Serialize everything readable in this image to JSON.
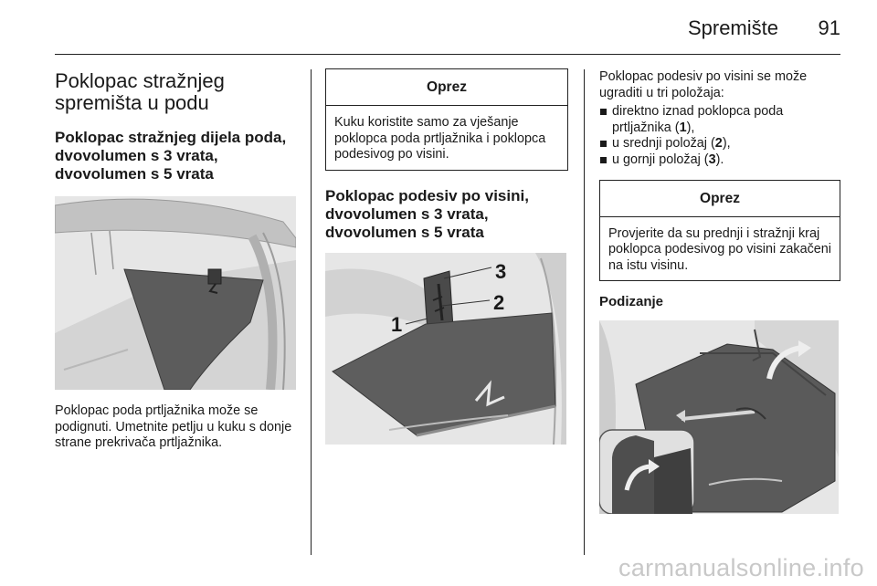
{
  "header": {
    "title": "Spremište",
    "page_number": "91"
  },
  "col1": {
    "heading": "Poklopac stražnjeg spremišta u podu",
    "subheading": "Poklopac stražnjeg dijela poda, dvovolumen s 3 vrata, dvovolumen s 5 vrata",
    "paragraph": "Poklopac poda prtljažnika može se podignuti. Umetnite petlju u kuku s donje strane prekrivača prtljažnika."
  },
  "col2": {
    "caution_title": "Oprez",
    "caution_text": "Kuku koristite samo za vješanje poklopca poda prtljažnika i poklopca podesivog po visini.",
    "subheading": "Poklopac podesiv po visini, dvovolumen s 3 vrata, dvovolumen s 5 vrata",
    "callouts": [
      "1",
      "2",
      "3"
    ]
  },
  "col3": {
    "intro": "Poklopac podesiv po visini se može ugraditi u tri položaja:",
    "bullets": [
      {
        "text": "direktno iznad poklopca poda prtljažnika (",
        "num": "1",
        "end": "),"
      },
      {
        "text": "u srednji položaj (",
        "num": "2",
        "end": "),"
      },
      {
        "text": "u gornji položaj (",
        "num": "3",
        "end": ")."
      }
    ],
    "caution_title": "Oprez",
    "caution_text": "Provjerite da su prednji i stražnji kraj poklopca podesivog po visini zakačeni na istu visinu.",
    "subheading": "Podizanje"
  },
  "footer": {
    "watermark": "carmanualsonline.info"
  }
}
